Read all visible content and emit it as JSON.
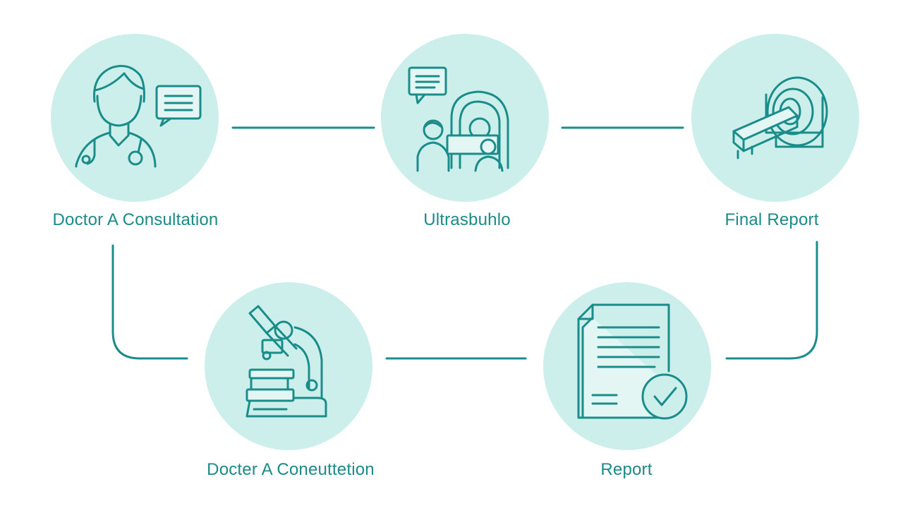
{
  "colors": {
    "circle_fill": "#cdefeb",
    "stroke": "#1a8d8b",
    "label": "#1b8a88",
    "background": "#ffffff"
  },
  "steps": [
    {
      "label": "Doctor A Consultation",
      "icon": "doctor-consultation-icon"
    },
    {
      "label": "Ultrasbuhlo",
      "icon": "ultrasound-scan-icon"
    },
    {
      "label": "Final Report",
      "icon": "mri-scanner-icon"
    },
    {
      "label": "Docter A Coneuttetion",
      "icon": "microscope-icon"
    },
    {
      "label": "Report",
      "icon": "report-checkmark-icon"
    }
  ]
}
